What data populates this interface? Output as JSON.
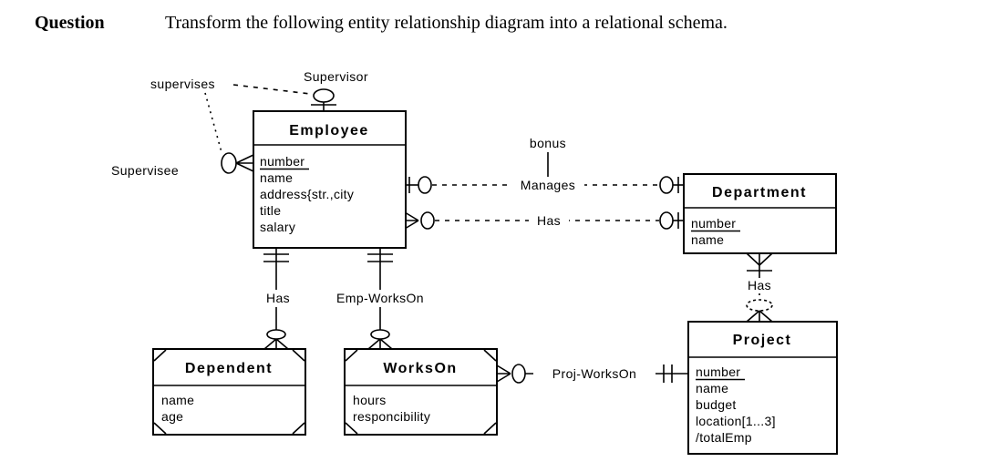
{
  "question": {
    "label": "Question",
    "text": "Transform the following entity relationship diagram into a relational schema."
  },
  "colors": {
    "ink": "#000000",
    "background": "#ffffff"
  },
  "entities": {
    "employee": {
      "title": "Employee",
      "attrs": [
        "number",
        "name",
        "address{str.,city",
        "title",
        "salary"
      ],
      "key": "number"
    },
    "department": {
      "title": "Department",
      "attrs": [
        "number",
        "name"
      ],
      "key": "number"
    },
    "dependent": {
      "title": "Dependent",
      "attrs": [
        "name",
        "age"
      ]
    },
    "workson": {
      "title": "WorksOn",
      "attrs": [
        "hours",
        "responcibility"
      ]
    },
    "project": {
      "title": "Project",
      "attrs": [
        "number",
        "name",
        "budget",
        "location[1...3]",
        "/totalEmp"
      ],
      "key": "number"
    }
  },
  "relationships": {
    "supervises": {
      "label": "supervises",
      "supervisor_role": "Supervisor",
      "supervisee_role": "Supervisee"
    },
    "manages": {
      "label": "Manages",
      "attribute": "bonus"
    },
    "has_emp_dept": {
      "label": "Has"
    },
    "has_emp_dependent": {
      "label": "Has"
    },
    "emp_workson": {
      "label": "Emp-WorksOn"
    },
    "has_dept_project": {
      "label": "Has"
    },
    "proj_workson": {
      "label": "Proj-WorksOn"
    }
  }
}
